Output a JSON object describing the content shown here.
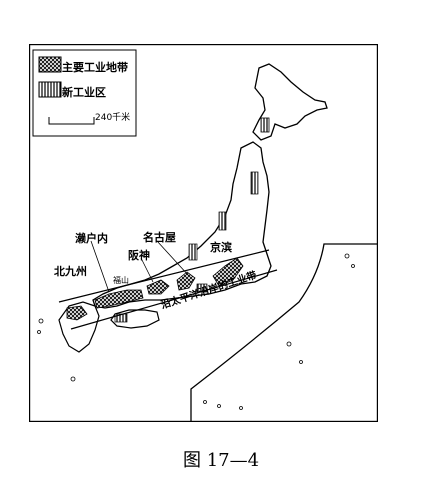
{
  "legend": {
    "major_label": "主要工业地带",
    "new_label": "新工业区",
    "scale_label": "240千米"
  },
  "places": {
    "setonaikai": "濑户内",
    "nagoya": "名古屋",
    "hanshin": "阪神",
    "keihin": "京滨",
    "kitakyushu": "北九州",
    "fukuyama": "福山"
  },
  "belt_label": "沿太平洋沿岸的工业带",
  "caption": "图 17—4",
  "colors": {
    "ink": "#000000",
    "paper": "#ffffff"
  }
}
